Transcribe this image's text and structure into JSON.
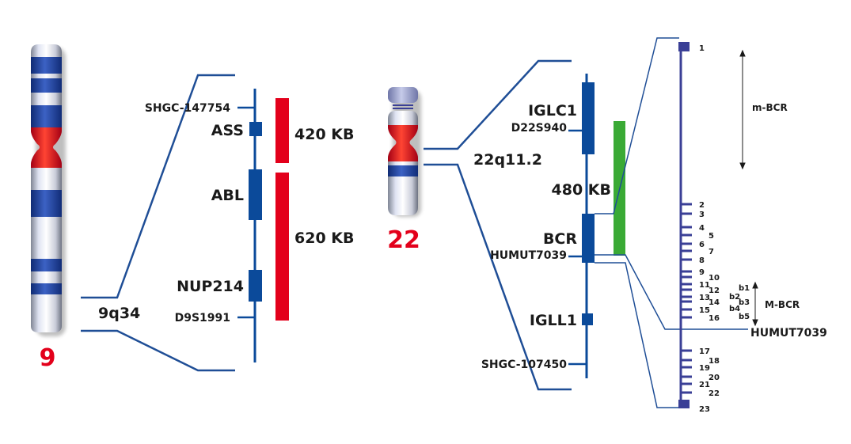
{
  "chromosome9": {
    "number": "9",
    "band": "9q34",
    "markers": [
      "SHGC-147754",
      "D9S1991"
    ],
    "genes": [
      "ASS",
      "ABL",
      "NUP214"
    ],
    "segments": [
      "420 KB",
      "620 KB"
    ]
  },
  "chromosome22": {
    "number": "22",
    "band": "22q11.2",
    "markers": [
      "D22S940",
      "HUMUT7039",
      "SHGC-107450"
    ],
    "genes": [
      "IGLC1",
      "BCR",
      "IGLL1"
    ],
    "segment": "480 KB"
  },
  "bcr_detail": {
    "exons": [
      "1",
      "2",
      "3",
      "4",
      "5",
      "6",
      "7",
      "8",
      "9",
      "10",
      "11",
      "12",
      "13",
      "14",
      "15",
      "16",
      "17",
      "18",
      "19",
      "20",
      "21",
      "22",
      "23"
    ],
    "sub_exons": [
      "b1",
      "b2",
      "b3",
      "b4",
      "b5"
    ],
    "regions": [
      "m-BCR",
      "M-BCR"
    ],
    "marker": "HUMUT7039"
  },
  "colors": {
    "line": "#1f4e96",
    "gene_block": "#0b4a9a",
    "red_bar": "#e3001b",
    "green_bar": "#3aaa35",
    "exon": "#3a3f96",
    "chrom_blue": "#1d3f93",
    "centromere": "#e3001b"
  }
}
